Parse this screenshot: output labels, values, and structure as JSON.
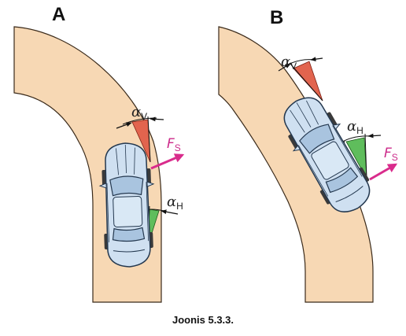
{
  "panels": {
    "a": {
      "letter": "A"
    },
    "b": {
      "letter": "B"
    }
  },
  "labels": {
    "alpha_symbol": "α",
    "front_sub": "V",
    "rear_sub": "H",
    "force_symbol": "F",
    "force_sub": "S"
  },
  "caption": "Joonis 5.3.3.",
  "colors": {
    "road": "#f7d8b4",
    "road_edge": "#3a2a1a",
    "car_body": "#cfe0f1",
    "car_outline": "#24384f",
    "front_angle": "#e2644e",
    "rear_angle": "#5fbd5c",
    "force_arrow": "#d92c8c"
  }
}
